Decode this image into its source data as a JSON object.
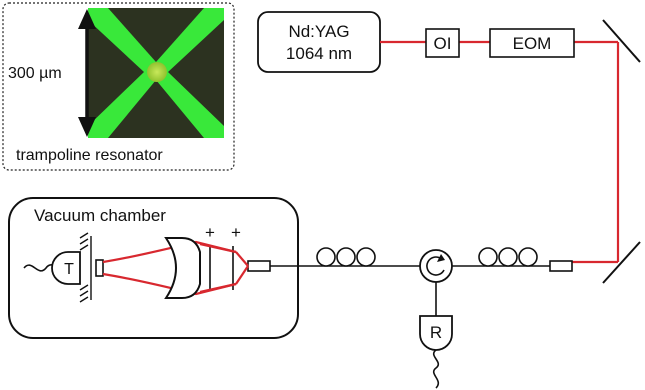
{
  "inset": {
    "scale_label": "300 µm",
    "caption": "trampoline resonator"
  },
  "laser": {
    "line1": "Nd:YAG",
    "line2": "1064 nm"
  },
  "optics": {
    "isolator": "OI",
    "modulator": "EOM"
  },
  "chamber": {
    "title": "Vacuum chamber",
    "transducer": "T",
    "plus_1": "+",
    "plus_2": "+"
  },
  "receiver": {
    "label": "R"
  },
  "colors": {
    "beam": "#d8282f",
    "fiber": "#111111",
    "glow_green": "#39e83a",
    "dark_membrane": "#2c3220"
  }
}
